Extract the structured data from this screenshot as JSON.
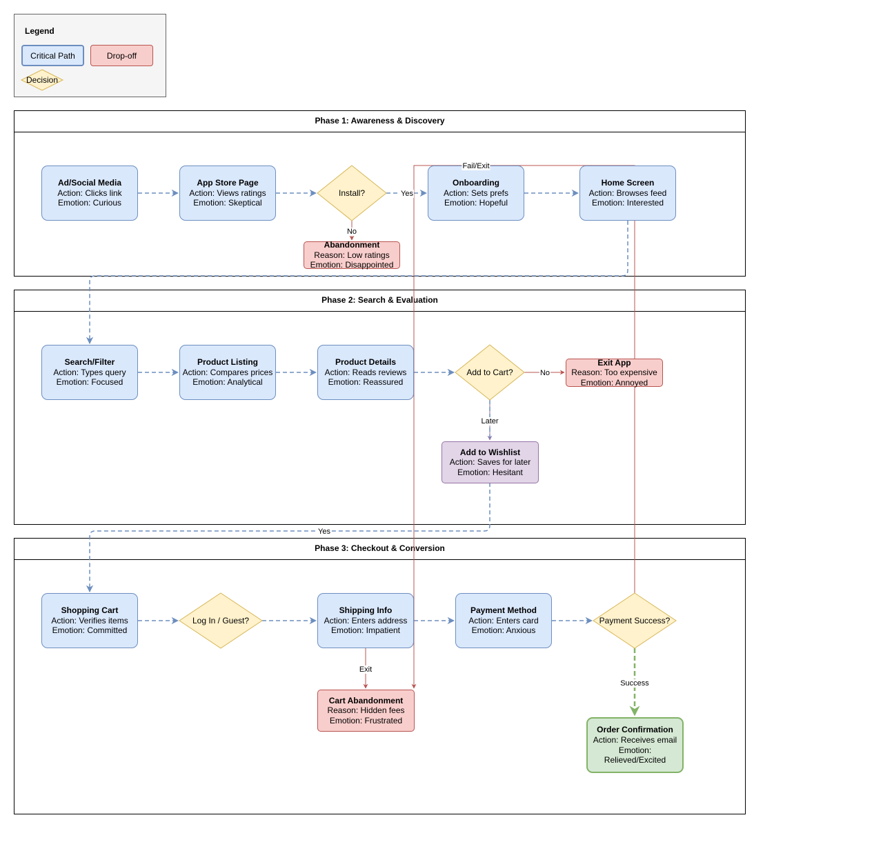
{
  "legend": {
    "title": "Legend",
    "critical_path": "Critical Path",
    "drop_off": "Drop-off",
    "decision": "Decision"
  },
  "phases": [
    {
      "title": "Phase 1: Awareness & Discovery"
    },
    {
      "title": "Phase 2: Search & Evaluation"
    },
    {
      "title": "Phase 3: Checkout & Conversion"
    }
  ],
  "nodes": {
    "ad": {
      "title": "Ad/Social Media",
      "line1": "Action: Clicks link",
      "line2": "Emotion: Curious"
    },
    "appstore": {
      "title": "App Store Page",
      "line1": "Action: Views ratings",
      "line2": "Emotion: Skeptical"
    },
    "install": {
      "label": "Install?"
    },
    "onboarding": {
      "title": "Onboarding",
      "line1": "Action: Sets prefs",
      "line2": "Emotion: Hopeful"
    },
    "home": {
      "title": "Home Screen",
      "line1": "Action: Browses feed",
      "line2": "Emotion: Interested"
    },
    "abandonment": {
      "title": "Abandonment",
      "line1": "Reason: Low ratings",
      "line2": "Emotion: Disappointed"
    },
    "search": {
      "title": "Search/Filter",
      "line1": "Action: Types query",
      "line2": "Emotion: Focused"
    },
    "listing": {
      "title": "Product Listing",
      "line1": "Action: Compares prices",
      "line2": "Emotion: Analytical"
    },
    "details": {
      "title": "Product Details",
      "line1": "Action: Reads reviews",
      "line2": "Emotion: Reassured"
    },
    "addcart": {
      "label": "Add to Cart?"
    },
    "exitapp": {
      "title": "Exit App",
      "line1": "Reason: Too expensive",
      "line2": "Emotion: Annoyed"
    },
    "wishlist": {
      "title": "Add to Wishlist",
      "line1": "Action: Saves for later",
      "line2": "Emotion: Hesitant"
    },
    "cart": {
      "title": "Shopping Cart",
      "line1": "Action: Verifies items",
      "line2": "Emotion: Committed"
    },
    "login": {
      "label": "Log In / Guest?"
    },
    "shipping": {
      "title": "Shipping Info",
      "line1": "Action: Enters address",
      "line2": "Emotion: Impatient"
    },
    "payment": {
      "title": "Payment Method",
      "line1": "Action: Enters card",
      "line2": "Emotion: Anxious"
    },
    "paysuccess": {
      "label": "Payment Success?"
    },
    "cartabandon": {
      "title": "Cart Abandonment",
      "line1": "Reason: Hidden fees",
      "line2": "Emotion: Frustrated"
    },
    "confirmation": {
      "title": "Order Confirmation",
      "line1": "Action: Receives email",
      "line2": "Emotion:",
      "line3": "Relieved/Excited"
    }
  },
  "edge_labels": {
    "yes_install": "Yes",
    "no_install": "No",
    "fail_exit": "Fail/Exit",
    "no_cart": "No",
    "later": "Later",
    "yes_cart": "Yes",
    "exit": "Exit",
    "success": "Success"
  },
  "colors": {
    "critical_blue": "#6c8ebf",
    "dropoff_red": "#b85450",
    "decision_yellow": "#fff2cc",
    "success_green": "#82b366",
    "wishlist_purple": "#9673a6"
  }
}
